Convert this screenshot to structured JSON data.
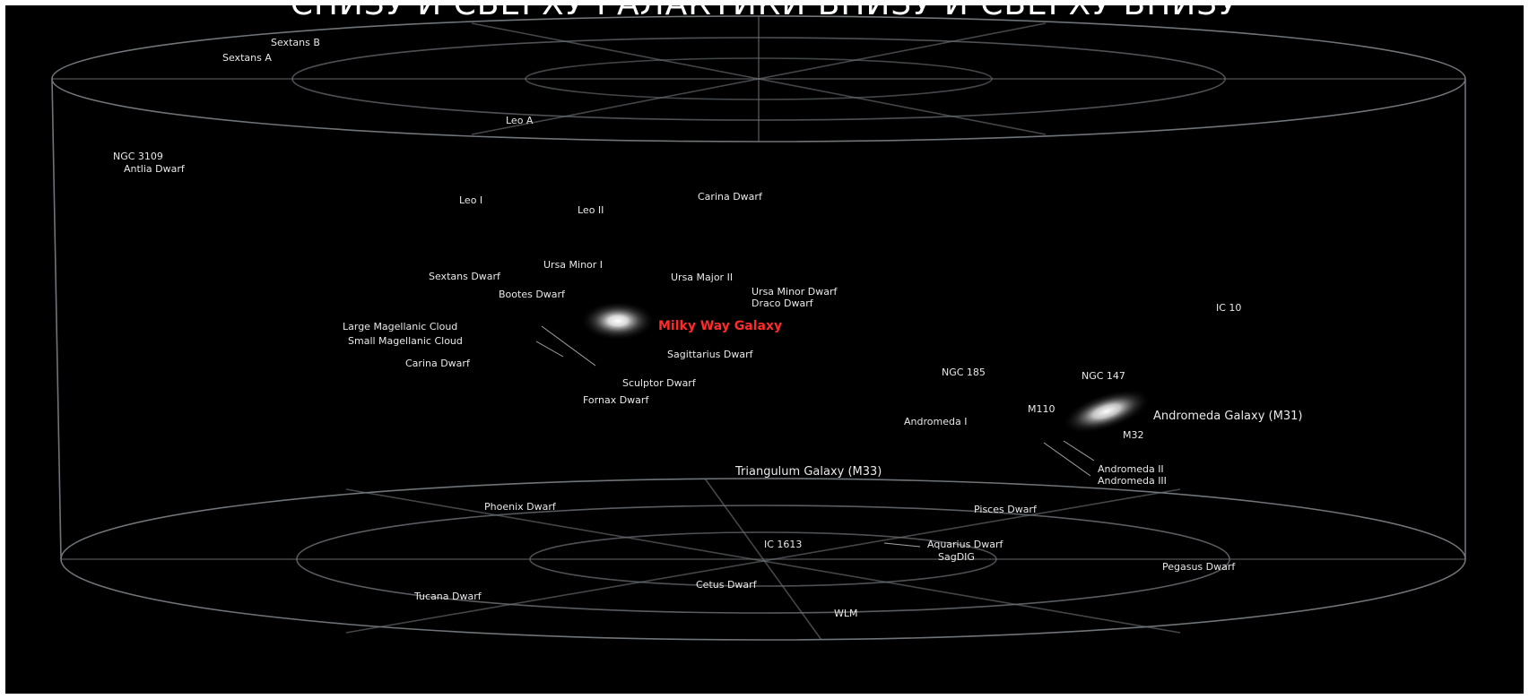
{
  "heading": "СНИЗУ И СВЕРХУ ГАЛАКТИКИ ВНИЗУ И СВЕРХУ ВНИЗУ",
  "colors": {
    "background": "#000000",
    "grid_lines": "#6f7478",
    "label_text": "#e8e8e8",
    "highlight": "#ff2b2b",
    "border": "#ffffff"
  },
  "galaxies": [
    {
      "id": "milky-way",
      "label": "Milky Way Galaxy",
      "highlight": true
    },
    {
      "id": "andromeda",
      "label": "Andromeda Galaxy (M31)",
      "highlight": false
    },
    {
      "id": "triangulum",
      "label": "Triangulum Galaxy (M33)",
      "highlight": false
    }
  ],
  "labels": [
    "Sextans B",
    "Sextans A",
    "Leo A",
    "NGC 3109",
    "Antlia Dwarf",
    "Carina Dwarf",
    "Leo I",
    "Leo II",
    "Ursa Minor I",
    "Sextans Dwarf",
    "Ursa Major II",
    "Bootes Dwarf",
    "Ursa Minor Dwarf",
    "Draco Dwarf",
    "Large Magellanic Cloud",
    "Small Magellanic Cloud",
    "Carina Dwarf",
    "Sagittarius Dwarf",
    "Sculptor Dwarf",
    "Fornax Dwarf",
    "IC 10",
    "NGC 185",
    "NGC 147",
    "M110",
    "M32",
    "Andromeda I",
    "Andromeda II",
    "Andromeda III",
    "Pisces Dwarf",
    "Phoenix Dwarf",
    "Pegasus Dwarf",
    "WLM",
    "Cetus Dwarf",
    "Tucana Dwarf",
    "IC 1613",
    "Aquarius Dwarf",
    "SagDIG"
  ]
}
